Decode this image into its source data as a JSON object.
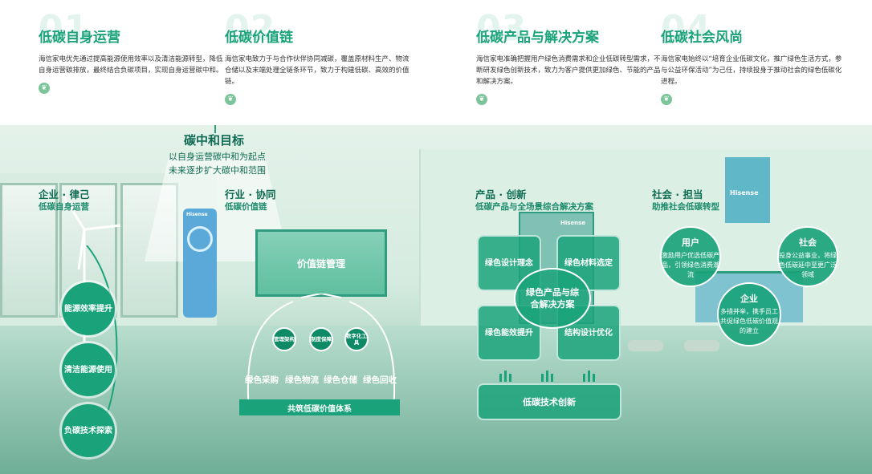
{
  "top": [
    {
      "num": "01",
      "title": "低碳自身运营",
      "desc": "海信家电优先通过提高能源使用效率以及清洁能源转型，降低自身运营碳排放，最终结合负碳项目，实现自身运营碳中和。"
    },
    {
      "num": "02",
      "title": "低碳价值链",
      "desc": "海信家电致力于与合作伙伴协同减碳，覆盖原材料生产、物流仓储以及末端处理全链条环节，致力于构建低碳、高效的价值链。"
    },
    {
      "num": "03",
      "title": "低碳产品与解决方案",
      "desc": "海信家电准确把握用户绿色消费需求和企业低碳转型需求，不断研发绿色创新技术，致力为客户提供更加绿色、节能的产品和解决方案。"
    },
    {
      "num": "04",
      "title": "低碳社会风尚",
      "desc": "海信家电始终以“培育企业低碳文化，推广绿色生活方式，参与公益环保活动”为己任，持续投身于推动社会的绿色低碳化进程。"
    }
  ],
  "goal": {
    "title": "碳中和目标",
    "line1": "以自身运营碳中和为起点",
    "line2": "未来逐步扩大碳中和范围"
  },
  "enterprise": {
    "title": "企业 · 律己",
    "sub": "低碳自身运营",
    "circles": [
      "能源效率提升",
      "清洁能源使用",
      "负碳技术探索"
    ],
    "brand": "Hisense"
  },
  "industry": {
    "title": "行业 · 协同",
    "sub": "低碳价值链",
    "screen": "价值链管理",
    "tools": [
      "管理架构",
      "制度保障",
      "数字化工具"
    ],
    "items": [
      "绿色采购",
      "绿色物流",
      "绿色仓储",
      "绿色回收"
    ],
    "footer": "共筑低碳价值体系"
  },
  "product": {
    "title": "产品 · 创新",
    "sub": "低碳产品与全场景综合解决方案",
    "brand": "Hisense",
    "boxes": [
      "绿色设计理念",
      "绿色材料选定",
      "绿色能效提升",
      "结构设计优化"
    ],
    "center": "绿色产品与综合解决方案",
    "bottom": "低碳技术创新"
  },
  "society": {
    "title": "社会 · 担当",
    "sub": "助推社会低碳转型",
    "brand": "Hisense",
    "user": {
      "h": "用户",
      "t": "激励用户优选低碳产品，引领绿色消费潮流"
    },
    "social": {
      "h": "社会",
      "t": "投身公益事业，将绿色低碳延中至更广泛领域"
    },
    "corp": {
      "h": "企业",
      "t": "多措并举，携手员工共促绿色低碳价值观的建立"
    }
  },
  "colors": {
    "accent": "#1aa37a",
    "dark": "#0f6b52"
  }
}
